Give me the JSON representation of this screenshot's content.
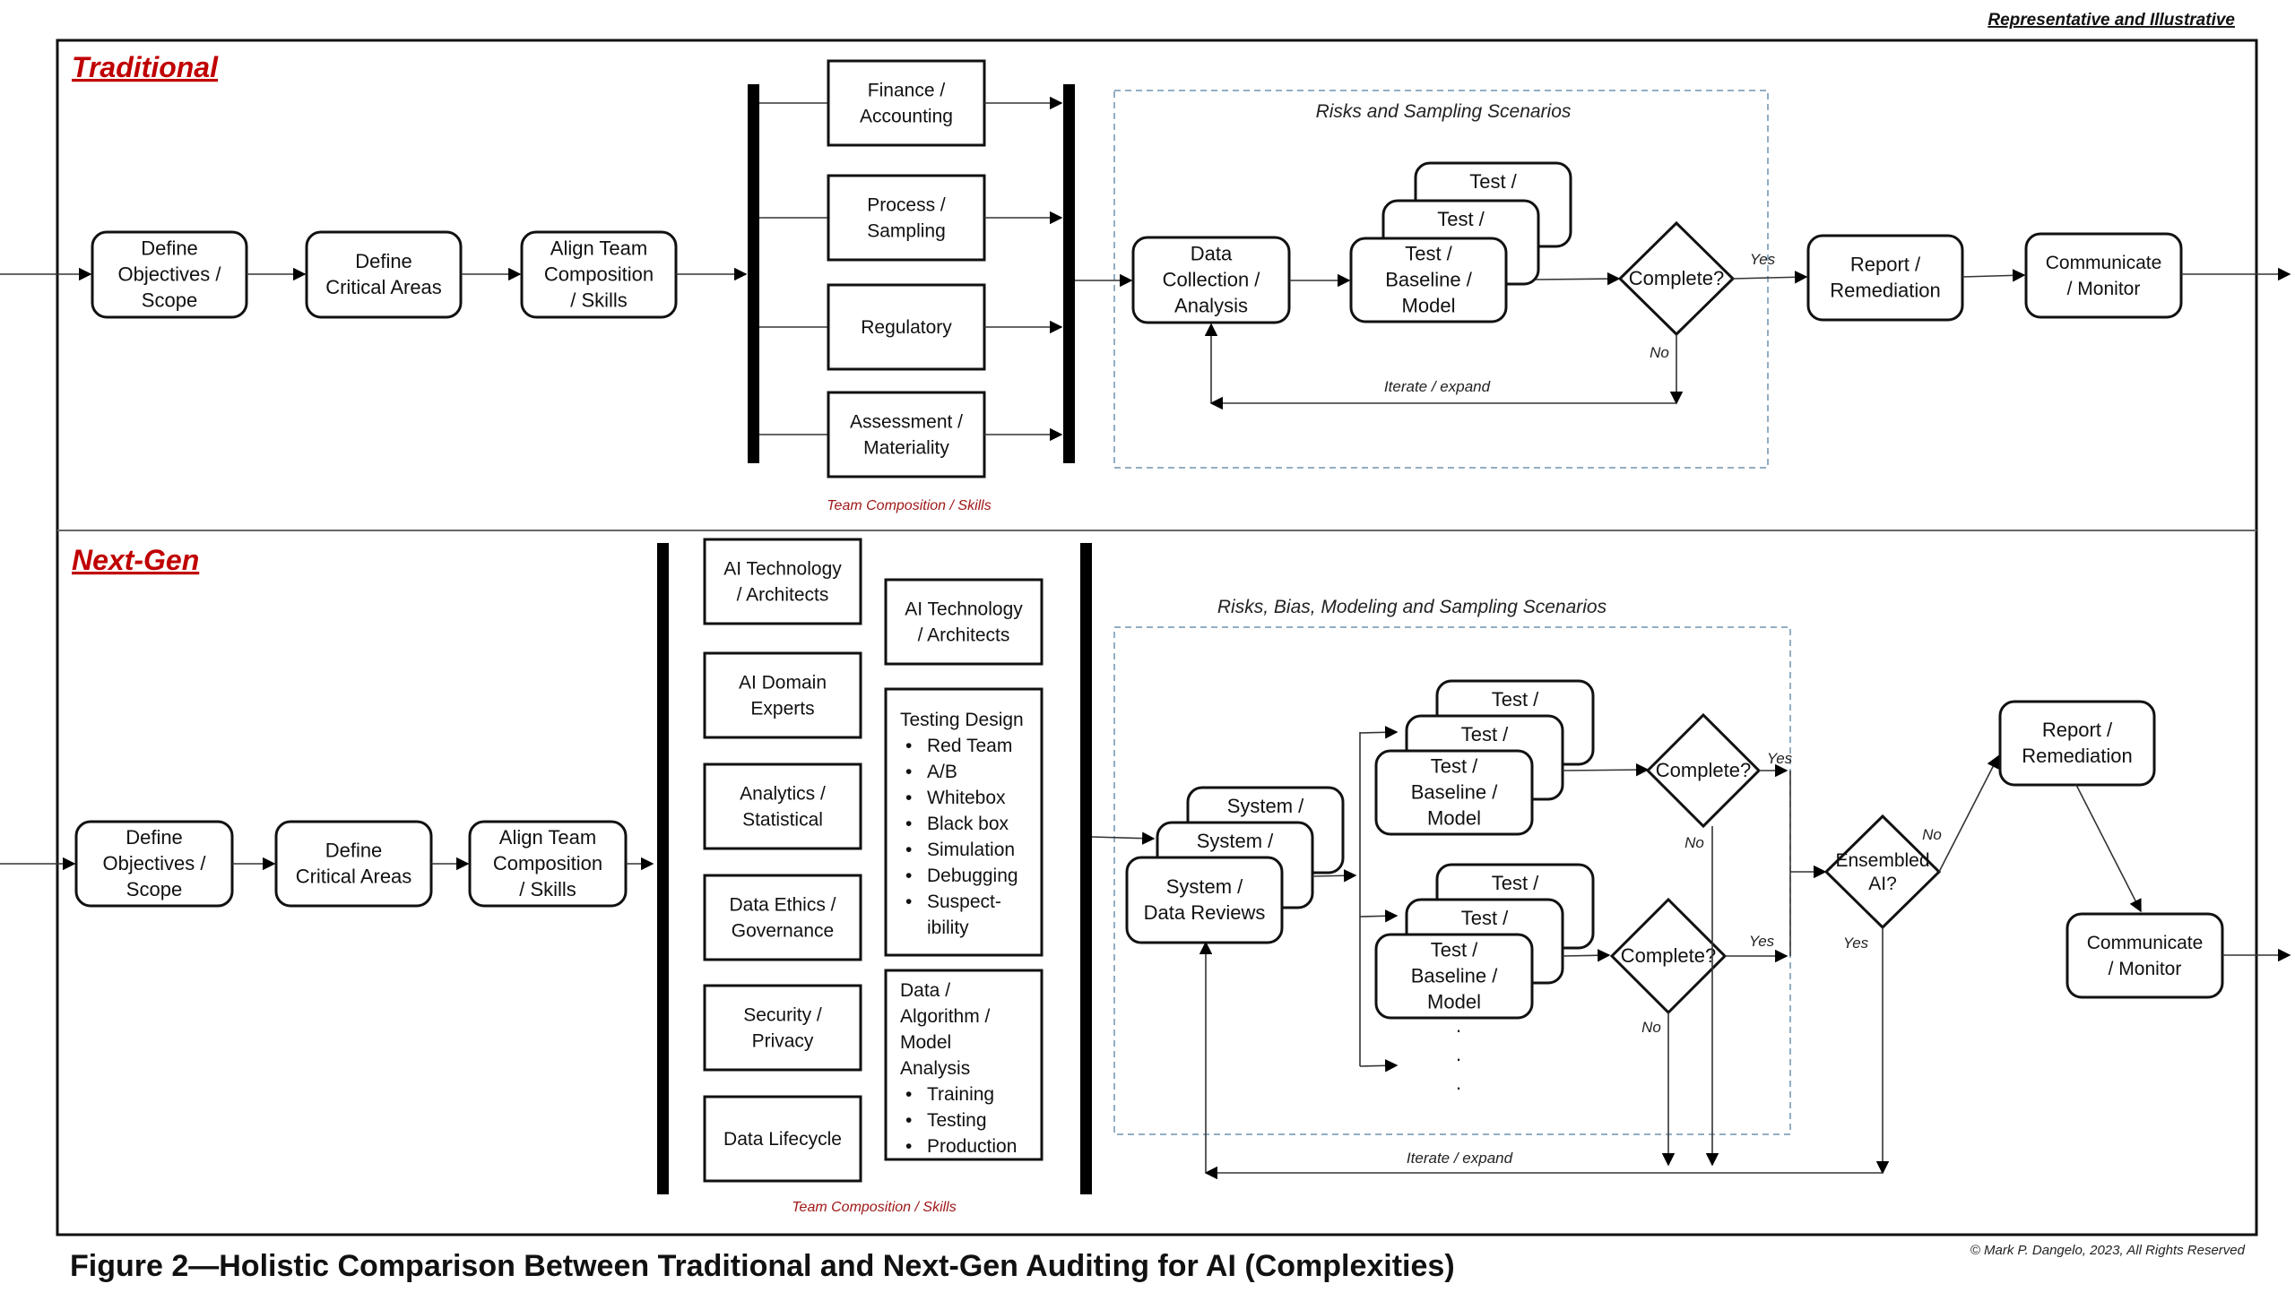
{
  "header": {
    "note": "Representative and Illustrative"
  },
  "caption": "Figure 2—Holistic Comparison Between Traditional and Next-Gen Auditing for AI (Complexities)",
  "copyright": "© Mark P. Dangelo, 2023, All Rights Reserved",
  "traditional": {
    "title": "Traditional",
    "flow": [
      {
        "id": "t-define-objectives",
        "lines": [
          "Define",
          "Objectives /",
          "Scope"
        ]
      },
      {
        "id": "t-define-critical",
        "lines": [
          "Define",
          "Critical Areas"
        ]
      },
      {
        "id": "t-align-team",
        "lines": [
          "Align Team",
          "Composition",
          "/ Skills"
        ]
      }
    ],
    "team_boxes": [
      {
        "id": "t-finance",
        "lines": [
          "Finance /",
          "Accounting"
        ]
      },
      {
        "id": "t-process",
        "lines": [
          "Process /",
          "Sampling"
        ]
      },
      {
        "id": "t-regulatory",
        "lines": [
          "Regulatory"
        ]
      },
      {
        "id": "t-assessment",
        "lines": [
          "Assessment /",
          "Materiality"
        ]
      }
    ],
    "team_label": "Team Composition / Skills",
    "scenario_title": "Risks and Sampling Scenarios",
    "data_collection": [
      "Data",
      "Collection /",
      "Analysis"
    ],
    "test_stack": [
      "Test /",
      "Baseline /",
      "Model"
    ],
    "decision": "Complete?",
    "yes_label": "Yes",
    "no_label": "No",
    "iterate_label": "Iterate / expand",
    "report": [
      "Report /",
      "Remediation"
    ],
    "communicate": [
      "Communicate",
      "/ Monitor"
    ]
  },
  "nextgen": {
    "title": "Next-Gen",
    "flow": [
      {
        "id": "n-define-objectives",
        "lines": [
          "Define",
          "Objectives /",
          "Scope"
        ]
      },
      {
        "id": "n-define-critical",
        "lines": [
          "Define",
          "Critical Areas"
        ]
      },
      {
        "id": "n-align-team",
        "lines": [
          "Align Team",
          "Composition",
          "/ Skills"
        ]
      }
    ],
    "team_left": [
      {
        "id": "n-ai-tech",
        "lines": [
          "AI Technology",
          "/ Architects"
        ]
      },
      {
        "id": "n-ai-domain",
        "lines": [
          "AI Domain",
          "Experts"
        ]
      },
      {
        "id": "n-analytics",
        "lines": [
          "Analytics /",
          "Statistical"
        ]
      },
      {
        "id": "n-data-ethics",
        "lines": [
          "Data Ethics /",
          "Governance"
        ]
      },
      {
        "id": "n-security",
        "lines": [
          "Security /",
          "Privacy"
        ]
      },
      {
        "id": "n-data-lifecycle",
        "lines": [
          "Data Lifecycle"
        ]
      }
    ],
    "team_right_top": {
      "id": "n-ai-tech-2",
      "lines": [
        "AI Technology",
        "/ Architects"
      ]
    },
    "testing_design": {
      "heading": "Testing Design",
      "items": [
        "Red Team",
        "A/B",
        "Whitebox",
        "Black box",
        "Simulation",
        "Debugging",
        "Suspect-",
        "ibility"
      ]
    },
    "data_analysis": {
      "heading_lines": [
        "Data /",
        "Algorithm /",
        "Model",
        "Analysis"
      ],
      "items": [
        "Training",
        "Testing",
        "Production"
      ]
    },
    "team_label": "Team Composition / Skills",
    "scenario_title": "Risks, Bias, Modeling and Sampling Scenarios",
    "system_stack": {
      "back_text": "System /",
      "front": [
        "System /",
        "Data Reviews"
      ]
    },
    "test_stack": [
      "Test /",
      "Baseline /",
      "Model"
    ],
    "continuation": "·",
    "decision": "Complete?",
    "ensembled": [
      "Ensembled",
      "AI?"
    ],
    "yes_label": "Yes",
    "no_label": "No",
    "iterate_label": "Iterate / expand",
    "report": [
      "Report /",
      "Remediation"
    ],
    "communicate": [
      "Communicate",
      "/ Monitor"
    ]
  }
}
